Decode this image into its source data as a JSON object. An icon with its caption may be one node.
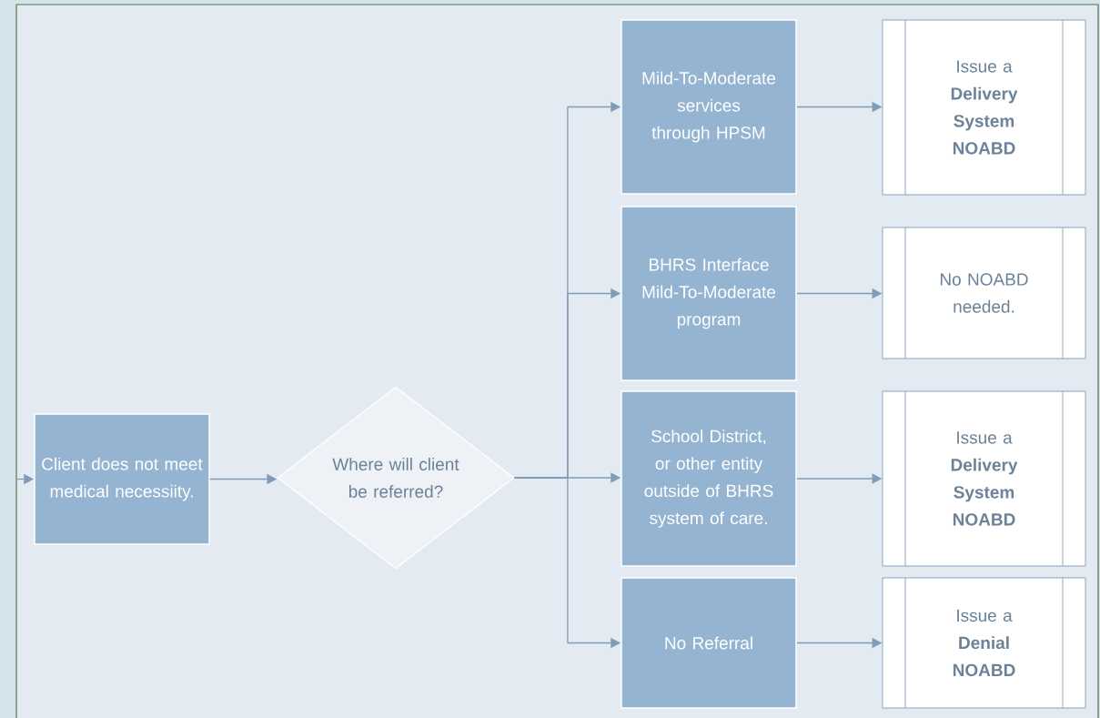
{
  "diagram": {
    "nodes": [
      {
        "text": [
          "Client does not meet medical necessiity."
        ]
      },
      {
        "text": [
          "Where will client be referred?"
        ]
      },
      {
        "text": [
          "Mild-To-Moderate services through HPSM"
        ]
      },
      {
        "text": [
          "BHRS Interface Mild-To-Moderate program"
        ]
      },
      {
        "text": [
          "School District, or other entity outside of BHRS system of care."
        ]
      },
      {
        "text": [
          "No Referral"
        ]
      },
      {
        "text": [
          "Issue a **Delivery System NOABD**"
        ]
      },
      {
        "text": [
          "No NOABD needed."
        ]
      },
      {
        "text": [
          "Issue a **Delivery System NOABD**"
        ]
      },
      {
        "text": [
          "Issue a **Denial NOABD**"
        ]
      }
    ],
    "edges": [
      {
        "from": null,
        "to": 0,
        "arrow": "to"
      },
      {
        "from": 0,
        "to": 1,
        "arrow": "to"
      },
      {
        "from": 1,
        "to": 2,
        "arrow": "to"
      },
      {
        "from": 1,
        "to": 3,
        "arrow": "to"
      },
      {
        "from": 1,
        "to": 4,
        "arrow": "to"
      },
      {
        "from": 1,
        "to": 5,
        "arrow": "to"
      },
      {
        "from": 2,
        "to": 6,
        "arrow": "to"
      },
      {
        "from": 3,
        "to": 7,
        "arrow": "to"
      },
      {
        "from": 4,
        "to": 8,
        "arrow": "to"
      },
      {
        "from": 5,
        "to": 9,
        "arrow": "to"
      }
    ]
  }
}
